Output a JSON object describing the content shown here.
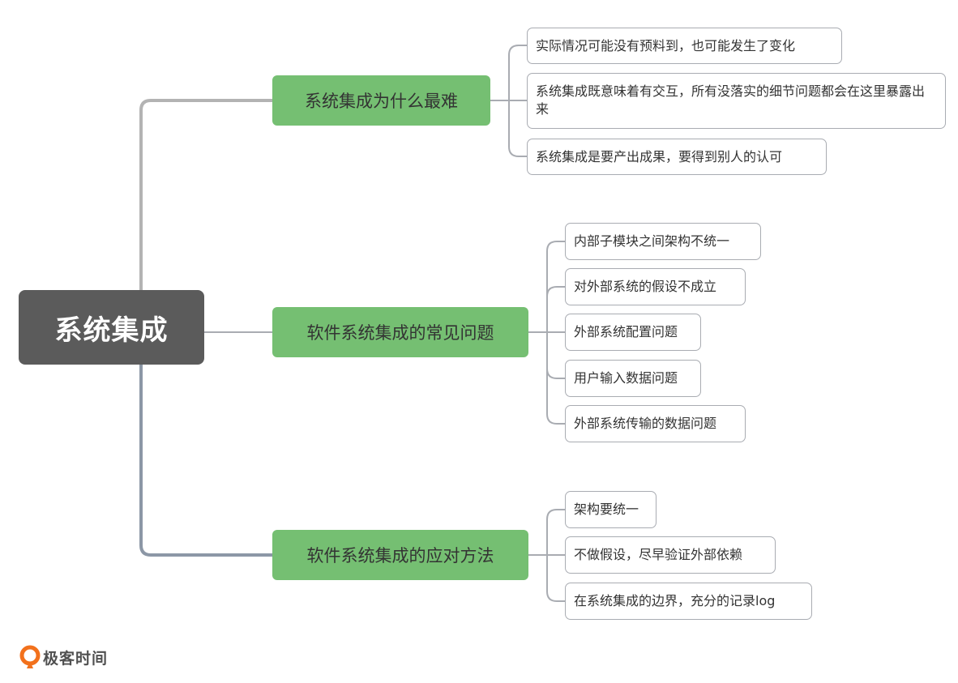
{
  "root": {
    "label": "系统集成"
  },
  "branches": [
    {
      "label": "系统集成为什么最难",
      "leaves": [
        "实际情况可能没有预料到，也可能发生了变化",
        "系统集成既意味着有交互，所有没落实的细节问题都会在这里暴露出来",
        "系统集成是要产出成果，要得到别人的认可"
      ]
    },
    {
      "label": "软件系统集成的常见问题",
      "leaves": [
        "内部子模块之间架构不统一",
        "对外部系统的假设不成立",
        "外部系统配置问题",
        "用户输入数据问题",
        "外部系统传输的数据问题"
      ]
    },
    {
      "label": "软件系统集成的应对方法",
      "leaves": [
        "架构要统一",
        "不做假设，尽早验证外部依赖",
        "在系统集成的边界，充分的记录log"
      ]
    }
  ],
  "brand": {
    "name": "极客时间"
  },
  "colors": {
    "root": "#5b5b5b",
    "branch": "#75bf72",
    "leaf_border": "#a9acb2",
    "line_top": "#b3b3b3",
    "line_bottom": "#8c97a6"
  }
}
